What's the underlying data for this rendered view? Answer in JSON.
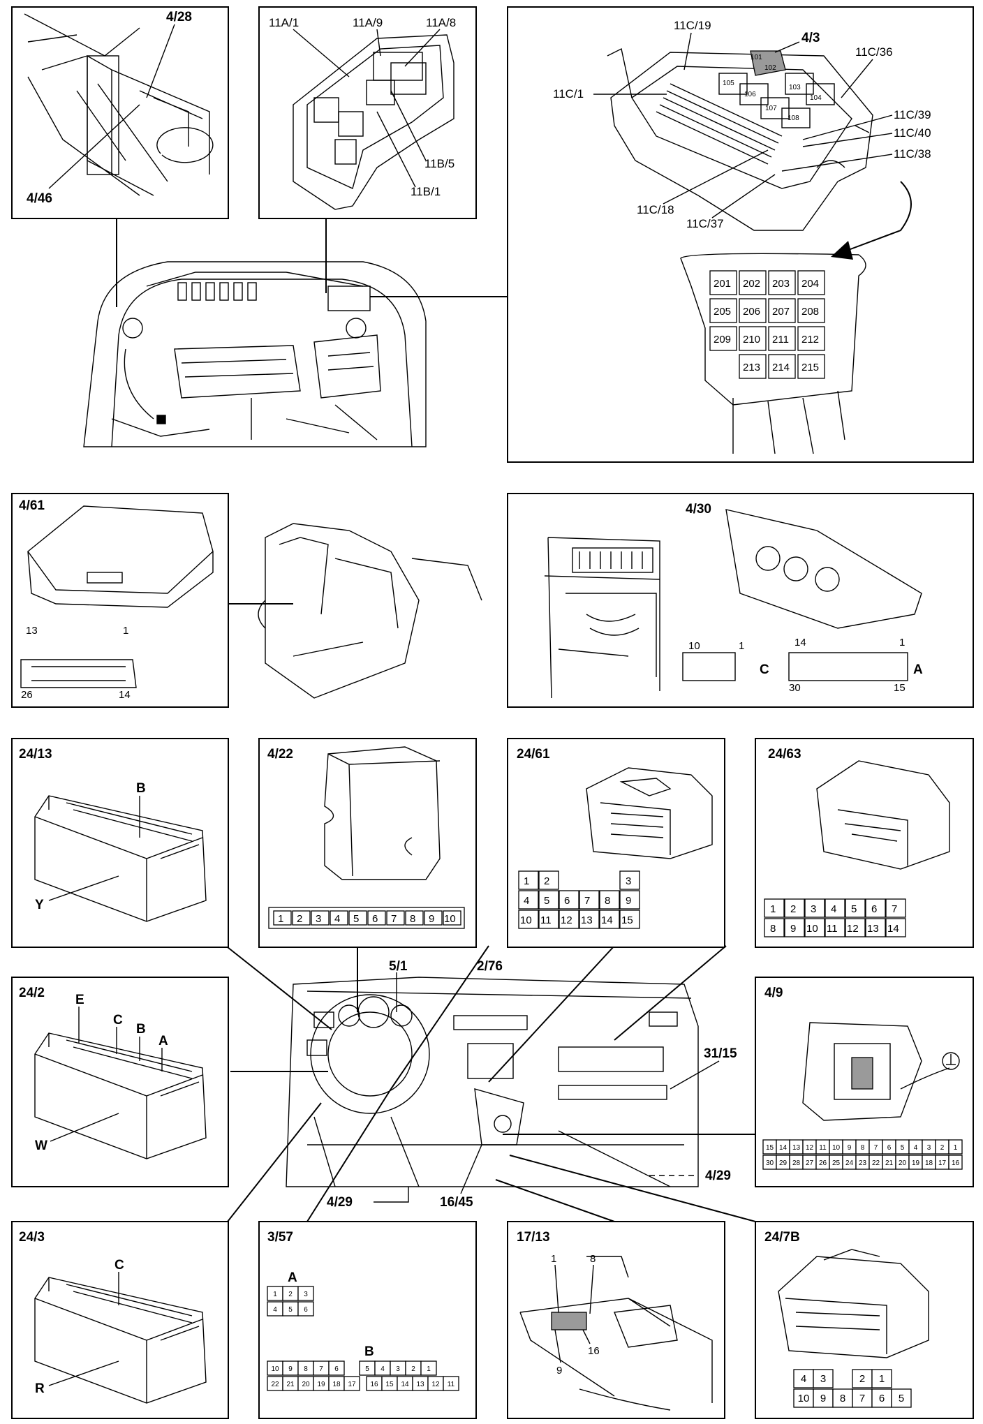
{
  "panels": {
    "p428": {
      "title": "4/28",
      "label2": "4/46"
    },
    "p11a": {
      "labels": [
        "11A/1",
        "11A/9",
        "11A/8",
        "11B/5",
        "11B/1"
      ]
    },
    "p43": {
      "title": "4/3",
      "labels": [
        "11C/19",
        "11C/36",
        "11C/1",
        "11C/39",
        "11C/40",
        "11C/38",
        "11C/18",
        "11C/37"
      ],
      "relays": [
        "101",
        "102",
        "103",
        "104",
        "105",
        "106",
        "107",
        "108"
      ],
      "fuses": [
        "201",
        "202",
        "203",
        "204",
        "205",
        "206",
        "207",
        "208",
        "209",
        "210",
        "211",
        "212",
        "213",
        "214",
        "215"
      ]
    },
    "p461": {
      "title": "4/61",
      "pins": [
        "13",
        "1",
        "26",
        "14"
      ]
    },
    "p430": {
      "title": "4/30",
      "c_pins": [
        "10",
        "1"
      ],
      "c_label": "C",
      "a_pins": [
        "14",
        "1",
        "30",
        "15"
      ],
      "a_label": "A"
    },
    "p2413": {
      "title": "24/13",
      "labels": [
        "B",
        "Y"
      ]
    },
    "p422": {
      "title": "4/22",
      "pins": [
        "1",
        "2",
        "3",
        "4",
        "5",
        "6",
        "7",
        "8",
        "9",
        "10"
      ]
    },
    "p2461": {
      "title": "24/61",
      "row1": [
        "1",
        "2",
        "",
        "",
        "3"
      ],
      "row2": [
        "4",
        "5",
        "6",
        "7",
        "8",
        "9"
      ],
      "row3": [
        "10",
        "11",
        "12",
        "13",
        "14",
        "15"
      ]
    },
    "p2463": {
      "title": "24/63",
      "row1": [
        "1",
        "2",
        "3",
        "4",
        "5",
        "6",
        "7"
      ],
      "row2": [
        "8",
        "9",
        "10",
        "11",
        "12",
        "13",
        "14"
      ]
    },
    "p242": {
      "title": "24/2",
      "labels": [
        "E",
        "C",
        "B",
        "A",
        "W"
      ]
    },
    "p49": {
      "title": "4/9",
      "row1": [
        "15",
        "14",
        "13",
        "12",
        "11",
        "10",
        "9",
        "8",
        "7",
        "6",
        "5",
        "4",
        "3",
        "2",
        "1"
      ],
      "row2": [
        "30",
        "29",
        "28",
        "27",
        "26",
        "25",
        "24",
        "23",
        "22",
        "21",
        "20",
        "19",
        "18",
        "17",
        "16"
      ]
    },
    "center": {
      "labels": [
        "5/1",
        "2/76",
        "31/15",
        "4/29",
        "4/29",
        "16/45"
      ]
    },
    "p243": {
      "title": "24/3",
      "labels": [
        "C",
        "R"
      ]
    },
    "p357": {
      "title": "3/57",
      "a_label": "A",
      "a_row1": [
        "1",
        "2",
        "3"
      ],
      "a_row2": [
        "4",
        "5",
        "6"
      ],
      "b_label": "B",
      "b_row1": [
        "10",
        "9",
        "8",
        "7",
        "6",
        "",
        "5",
        "4",
        "3",
        "2",
        "1"
      ],
      "b_row2": [
        "22",
        "21",
        "20",
        "19",
        "18",
        "17",
        "16",
        "15",
        "14",
        "13",
        "12",
        "11"
      ]
    },
    "p1713": {
      "title": "17/13",
      "pins": [
        "1",
        "8",
        "16",
        "9"
      ]
    },
    "p247b": {
      "title": "24/7B",
      "row1": [
        "4",
        "3",
        "",
        "2",
        "1"
      ],
      "row2": [
        "10",
        "9",
        "8",
        "7",
        "6",
        "5"
      ]
    }
  }
}
